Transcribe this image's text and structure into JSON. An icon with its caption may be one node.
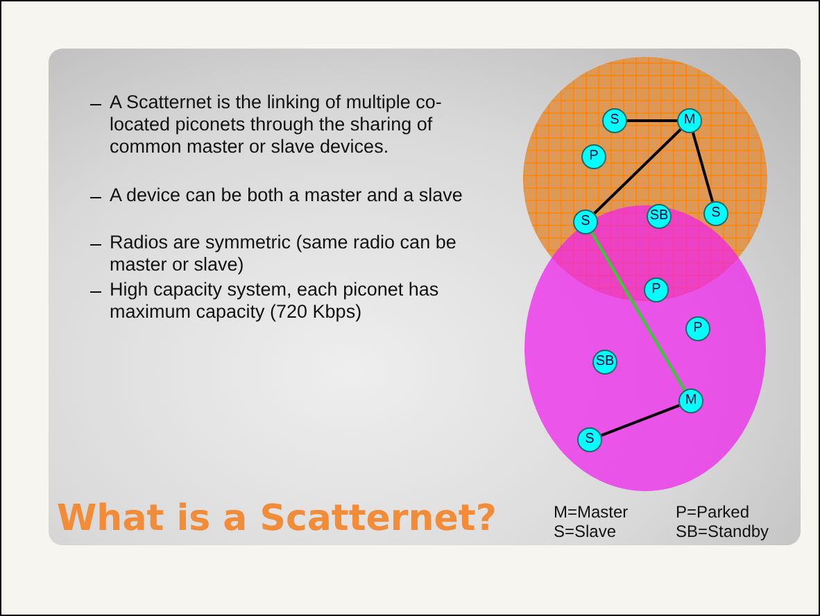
{
  "diagram": {
    "title": "What is a Scatternet?",
    "nodes": [
      {
        "text": [],
        "shape": "circle"
      },
      {
        "text": [
          "S"
        ],
        "in": 0
      },
      {
        "text": [
          "M"
        ],
        "in": 0
      },
      {
        "text": [
          "P"
        ],
        "in": 0
      },
      {
        "text": [
          "S"
        ]
      },
      {
        "text": [
          "SB"
        ]
      },
      {
        "text": [
          "S"
        ],
        "in": 0
      },
      {
        "text": [],
        "shape": "circle"
      },
      {
        "text": [
          "P"
        ]
      },
      {
        "text": [
          "P"
        ],
        "in": 7
      },
      {
        "text": [
          "SB"
        ],
        "in": 7
      },
      {
        "text": [
          "M"
        ],
        "in": 7
      },
      {
        "text": [
          "S"
        ],
        "in": 7
      }
    ],
    "edges": [
      {
        "from": 1,
        "to": 2,
        "arrow": "none"
      },
      {
        "from": 2,
        "to": 4,
        "arrow": "none"
      },
      {
        "from": 2,
        "to": 6,
        "arrow": "none"
      },
      {
        "from": 4,
        "to": 11,
        "arrow": "none",
        "color": "#33cc33"
      },
      {
        "from": 11,
        "to": 12,
        "arrow": "none"
      }
    ],
    "labels": [
      "A Scatternet is the linking of multiple co-located piconets through the sharing of common master or slave devices.",
      "A device can be both a master and a slave",
      "Radios are symmetric (same radio can be master or slave)",
      "High capacity system, each piconet has maximum capacity (720 Kbps)",
      "M=Master",
      "P=Parked",
      "S=Slave",
      "SB=Standby"
    ]
  }
}
